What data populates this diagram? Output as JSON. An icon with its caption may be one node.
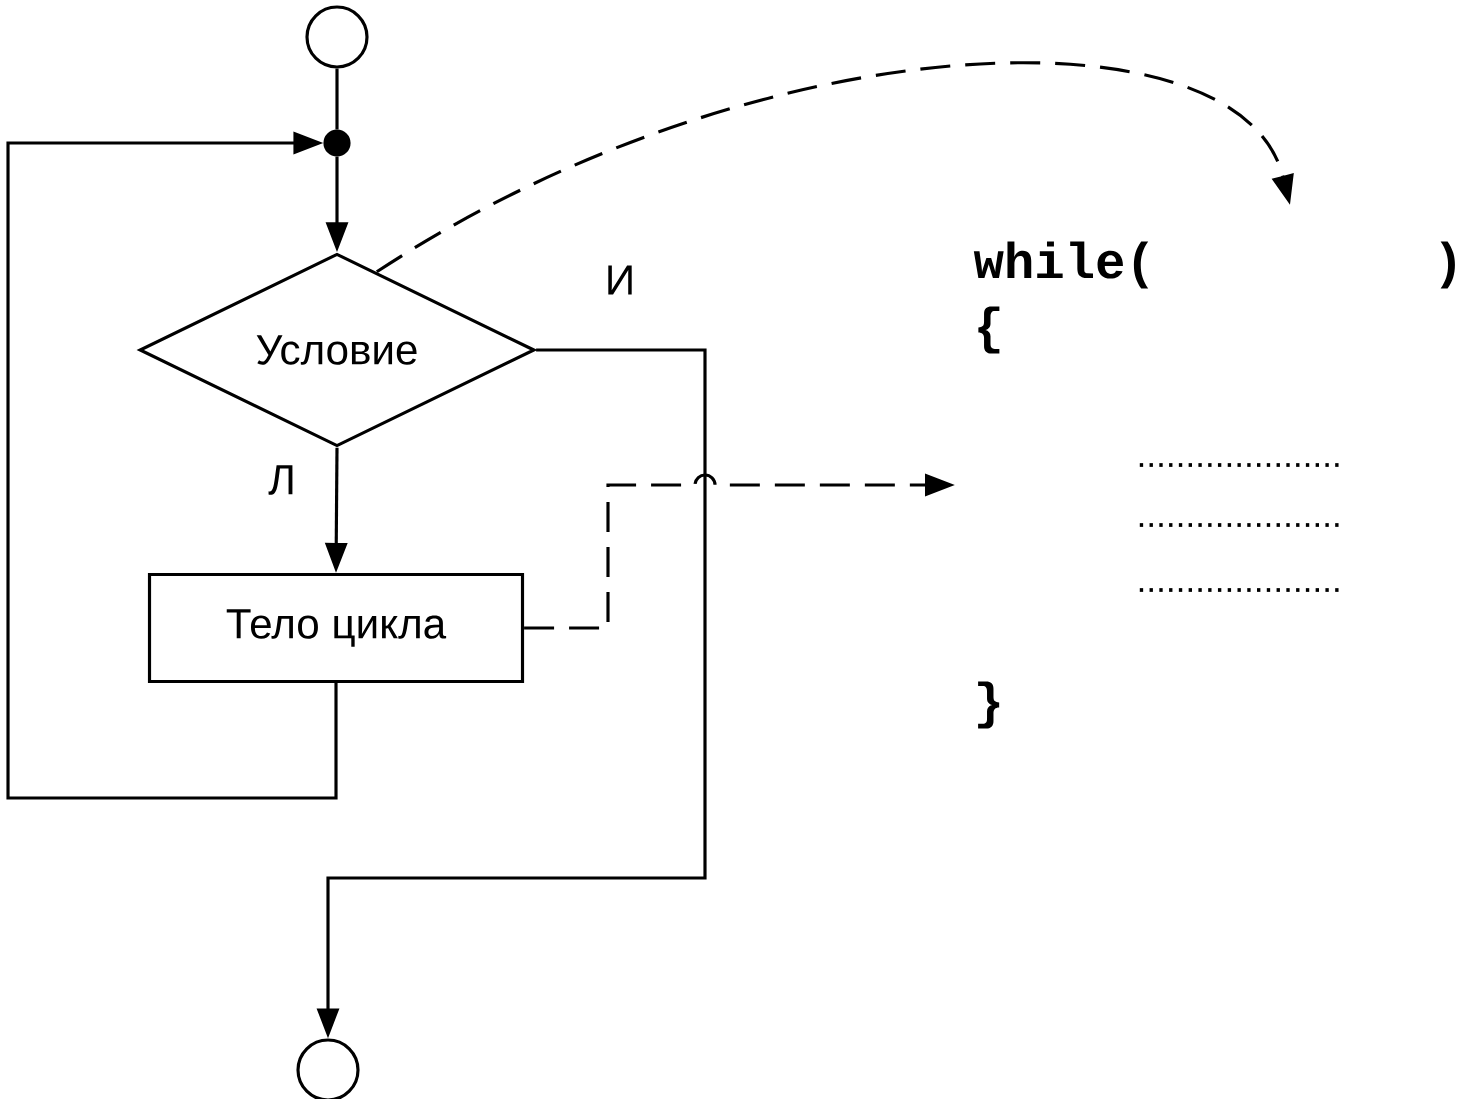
{
  "diagram": {
    "nodes": [
      {
        "text": [],
        "shape": "circle"
      },
      {
        "text": [],
        "shape": "circle"
      },
      {
        "text": [
          "Условие"
        ]
      },
      {
        "text": [
          "Тело цикла"
        ]
      },
      {
        "text": [],
        "shape": "circle"
      }
    ],
    "edges": [
      {
        "from": 0,
        "to": 1,
        "arrow": "none"
      },
      {
        "from": 1,
        "to": 2,
        "arrow": "to"
      },
      {
        "from": 2,
        "to": 3,
        "arrow": "to",
        "label": "Л"
      },
      {
        "from": 3,
        "to": 1,
        "arrow": "to"
      },
      {
        "from": 2,
        "to": 4,
        "arrow": "to",
        "label": "И"
      },
      {
        "from": 2,
        "to": null,
        "arrow": "to",
        "style": "dashed"
      },
      {
        "from": 3,
        "to": null,
        "arrow": "to",
        "style": "dashed"
      }
    ],
    "labels": [
      "while(",
      ")",
      "{",
      ".....................",
      ".....................",
      ".....................",
      "}"
    ]
  }
}
